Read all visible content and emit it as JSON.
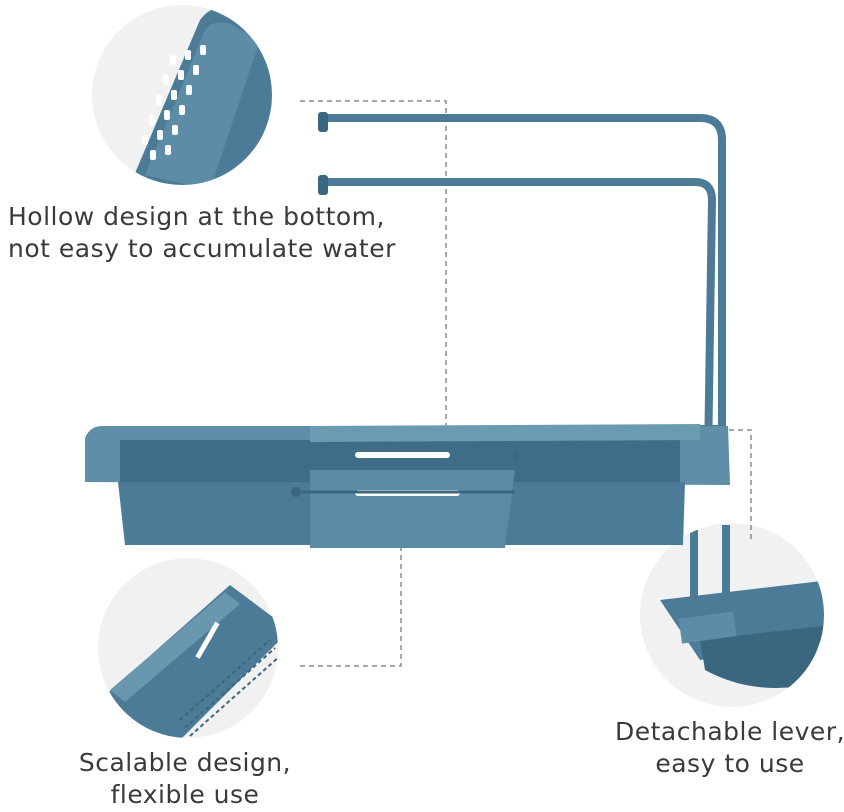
{
  "callouts": {
    "hollow": {
      "line1": "Hollow design at the bottom,",
      "line2": "not easy to accumulate water"
    },
    "scalable": {
      "line1": "Scalable design,",
      "line2": "flexible use"
    },
    "detachable": {
      "line1": "Detachable lever,",
      "line2": "easy to use"
    }
  },
  "colors": {
    "product": "#4b7b96",
    "product_dark": "#3b6680",
    "circle_bg": "#f1f1f1",
    "dash": "#8a8a8a",
    "text": "#3a3a3a"
  }
}
